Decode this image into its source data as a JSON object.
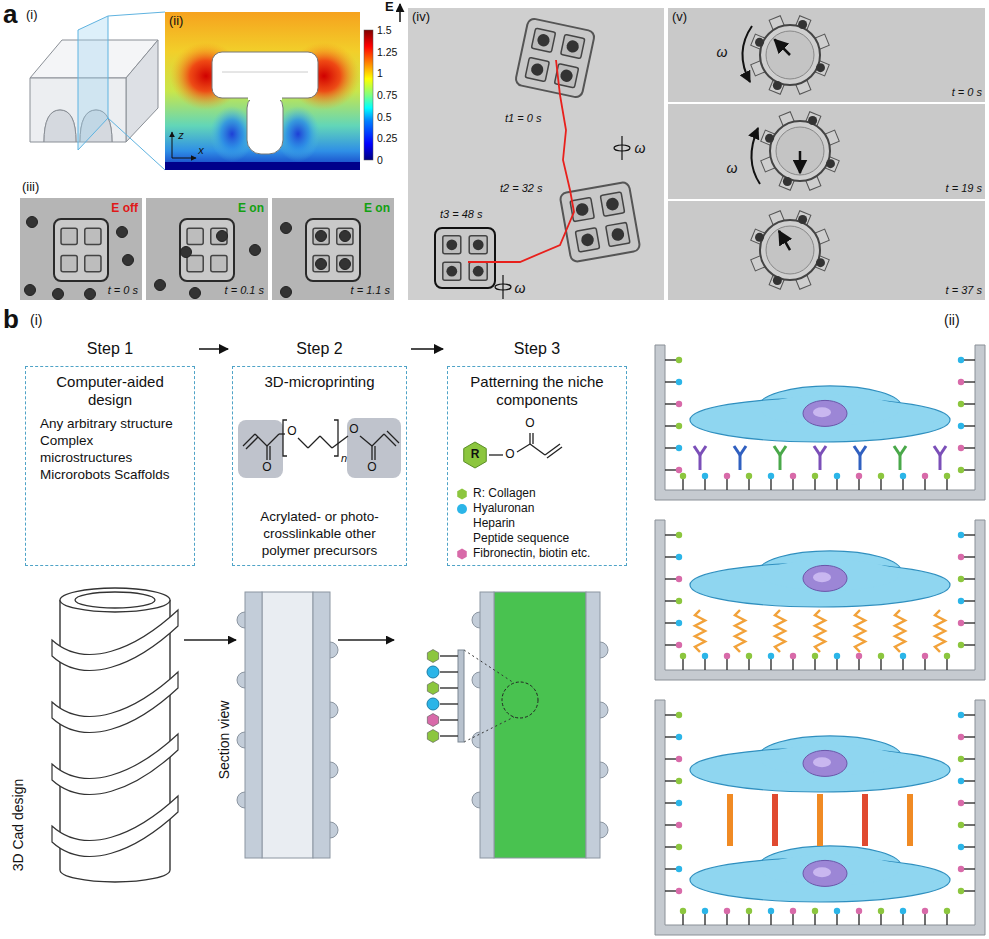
{
  "diagram": {
    "nodes": [
      {
        "text": [
          "Step 1",
          "Computer-aided design",
          "Any arbitrary structure Complex microstructures Microrobots Scaffolds"
        ]
      },
      {
        "text": [
          "Step 2",
          "3D-microprinting",
          "Acrylated- or photo-crosslinkable other polymer precursors"
        ]
      },
      {
        "text": [
          "Step 3",
          "Patterning the niche components"
        ]
      }
    ],
    "edges": [
      {
        "from": 0,
        "to": 1,
        "arrow": "to"
      },
      {
        "from": 1,
        "to": 2,
        "arrow": "to"
      }
    ],
    "labels": [
      "a",
      "(i)",
      "(ii)",
      "1.5",
      "1.25",
      "1",
      "0.75",
      "0.5",
      "0.25",
      "0",
      "E",
      "z",
      "x",
      "(iii)",
      "E off",
      "E on",
      "E on",
      "t = 0 s",
      "t = 0.1 s",
      "t = 1.1 s",
      "(iv)",
      "t1 = 0 s",
      "ω",
      "t2 = 32 s",
      "t3 = 48 s",
      "ω",
      "(v)",
      "ω",
      "t = 0 s",
      "ω",
      "t = 19 s",
      "t = 37 s",
      "b",
      "(i)",
      "O",
      "O",
      "n",
      "O",
      "O",
      "O",
      "R",
      "O",
      "3D Cad design",
      "Section view",
      "(ii)"
    ],
    "legend": [
      {
        "text": "R: Collagen",
        "color": "#8cc63e"
      },
      {
        "text": "Hyaluronan",
        "color": "#2bb5e8"
      },
      {
        "text": "Heparin"
      },
      {
        "text": "Peptide sequence"
      },
      {
        "text": "Fibronectin, biotin etc.",
        "color": "#d86aa9"
      }
    ]
  }
}
